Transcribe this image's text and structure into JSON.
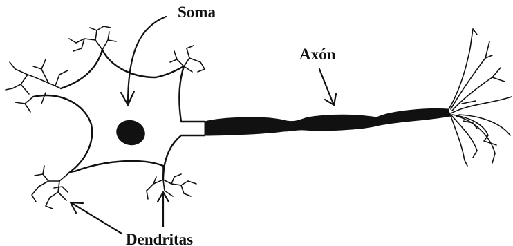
{
  "labels": {
    "soma": "Soma",
    "axon": "Axón",
    "dendrites": "Dendritas"
  },
  "colors": {
    "ink": "#111111",
    "background": "#ffffff"
  }
}
